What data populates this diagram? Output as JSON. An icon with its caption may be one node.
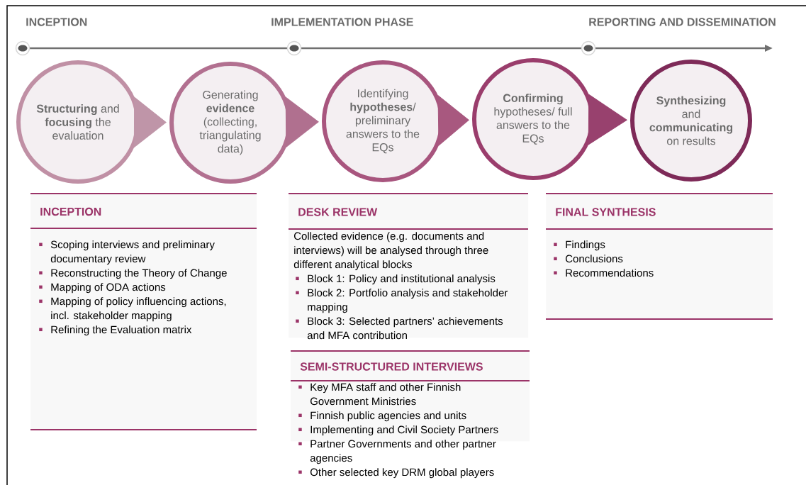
{
  "diagram": {
    "nodes": [
      {
        "text": [
          "**Structuring** and **focusing** the evaluation"
        ]
      },
      {
        "text": [
          "Generating **evidence** (collecting, triangulating data)"
        ]
      },
      {
        "text": [
          "Identifying **hypotheses**/ preliminary answers to the EQs"
        ]
      },
      {
        "text": [
          "**Confirming** hypotheses/ full answers to the EQs"
        ]
      },
      {
        "text": [
          "**Synthesizing** and **communicating** on results"
        ]
      },
      {
        "text": [
          "INCEPTION",
          "Scoping interviews and preliminary documentary review",
          "Reconstructing the Theory of Change",
          "Mapping of ODA actions",
          "Mapping of policy influencing actions, incl. stakeholder mapping",
          "Refining the Evaluation matrix"
        ]
      },
      {
        "text": [
          "DESK REVIEW",
          "Collected evidence (e.g. documents and interviews) will be analysed through three different analytical blocks",
          "Block 1: Policy and institutional analysis",
          "Block 2: Portfolio analysis and stakeholder mapping",
          "Block 3: Selected partners’ achievements and MFA contribution"
        ]
      },
      {
        "text": [
          "SEMI-STRUCTURED INTERVIEWS",
          "Key MFA staff and other Finnish Government Ministries",
          "Finnish public agencies and units",
          "Implementing and Civil Society Partners",
          "Partner Governments and other partner agencies",
          "Other selected key DRM global players"
        ]
      },
      {
        "text": [
          "FINAL SYNTHESIS",
          "Findings",
          "Conclusions",
          "Recommendations"
        ]
      }
    ],
    "edges": [
      {
        "from": 0,
        "to": 1,
        "arrow": "to",
        "color": "#bf95a8"
      },
      {
        "from": 1,
        "to": 2,
        "arrow": "to",
        "color": "#b0708f"
      },
      {
        "from": 2,
        "to": 3,
        "arrow": "to",
        "color": "#a8587f"
      },
      {
        "from": 3,
        "to": 4,
        "arrow": "to",
        "color": "#98416e"
      }
    ],
    "labels": [
      "INCEPTION",
      "IMPLEMENTATION PHASE",
      "REPORTING AND DISSEMINATION"
    ]
  }
}
